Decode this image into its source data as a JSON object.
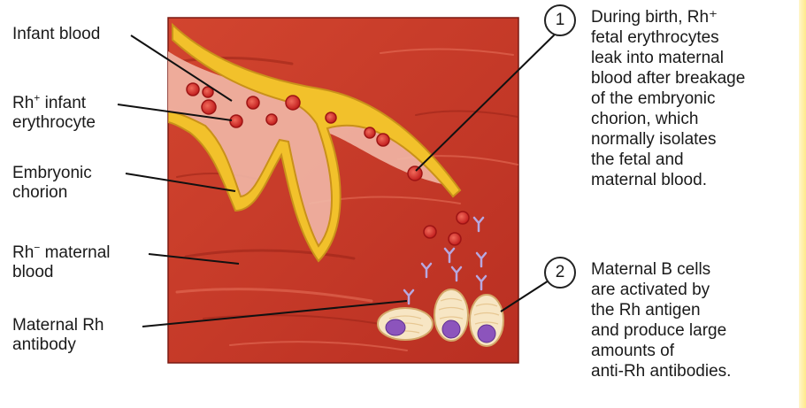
{
  "labels": {
    "infant_blood": "Infant blood",
    "rh_infant_prefix": "Rh",
    "rh_infant_sup": "+",
    "rh_infant_suffix": " infant",
    "rh_infant_line2": "erythrocyte",
    "chorion_line1": "Embryonic",
    "chorion_line2": "chorion",
    "maternal_blood_prefix": "Rh",
    "maternal_blood_sup": "−",
    "maternal_blood_suffix": " maternal",
    "maternal_blood_line2": "blood",
    "antibody_line1": "Maternal Rh",
    "antibody_line2": "antibody"
  },
  "steps": [
    {
      "number": "1",
      "lines": [
        "During birth, Rh⁺",
        "fetal erythrocytes",
        "leak into maternal",
        "blood after breakage",
        "of the embryonic",
        "chorion, which",
        "normally isolates",
        "the fetal and",
        "maternal blood."
      ]
    },
    {
      "number": "2",
      "lines": [
        "Maternal B cells",
        "are activated by",
        "the Rh antigen",
        "and produce large",
        "amounts of",
        "anti-Rh antibodies."
      ]
    }
  ],
  "colors": {
    "tissue": "#c8382a",
    "tissue_dark": "#a8281e",
    "chorion": "#f2c22a",
    "infant_blood": "#f2b4a8",
    "erythrocyte": "#d92a2a",
    "antibody": "#a99ad6",
    "b_cell": "#f6e8c8",
    "nucleus": "#8a54b8"
  }
}
